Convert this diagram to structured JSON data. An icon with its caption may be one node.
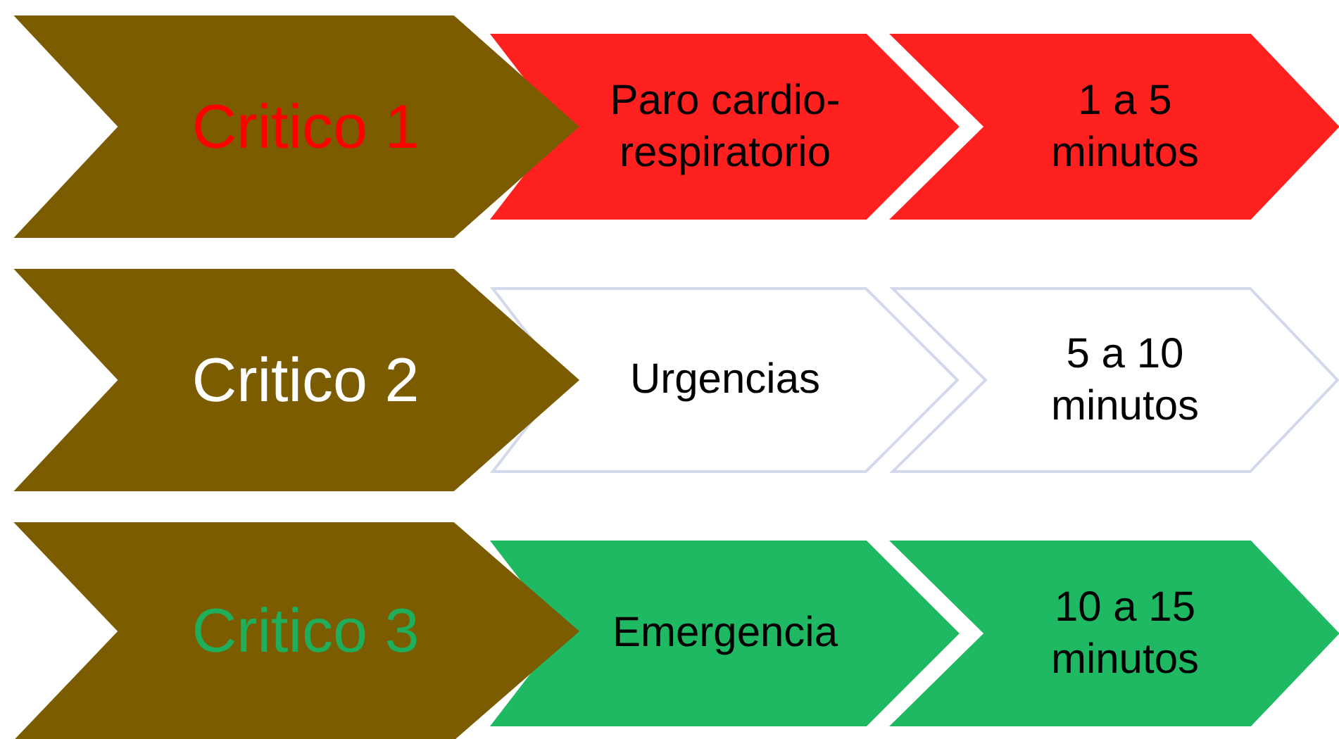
{
  "diagram": {
    "nodes": [
      {
        "text": [
          "Critico 1"
        ]
      },
      {
        "text": [
          "Paro cardio-respiratorio"
        ]
      },
      {
        "text": [
          "1 a 5 minutos"
        ]
      },
      {
        "text": [
          "Critico 2"
        ]
      },
      {
        "text": [
          "Urgencias"
        ]
      },
      {
        "text": [
          "5 a 10 minutos"
        ]
      },
      {
        "text": [
          "Critico 3"
        ]
      },
      {
        "text": [
          "Emergencia"
        ]
      },
      {
        "text": [
          "10 a 15 minutos"
        ]
      }
    ]
  }
}
